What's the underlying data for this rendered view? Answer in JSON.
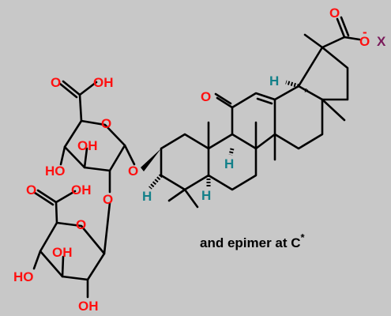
{
  "labels": {
    "oh": "OH",
    "ho": "HO",
    "o": "O",
    "h": "H",
    "x": "X",
    "minus": "-",
    "star": "*"
  },
  "caption": {
    "text": "and epimer at C",
    "superscript": "*"
  },
  "colors": {
    "background": "#c8c8c8",
    "oxygen": "#ff1010",
    "hydrogen": "#138089",
    "counterion": "#7a1a5a",
    "bond": "#000000"
  }
}
